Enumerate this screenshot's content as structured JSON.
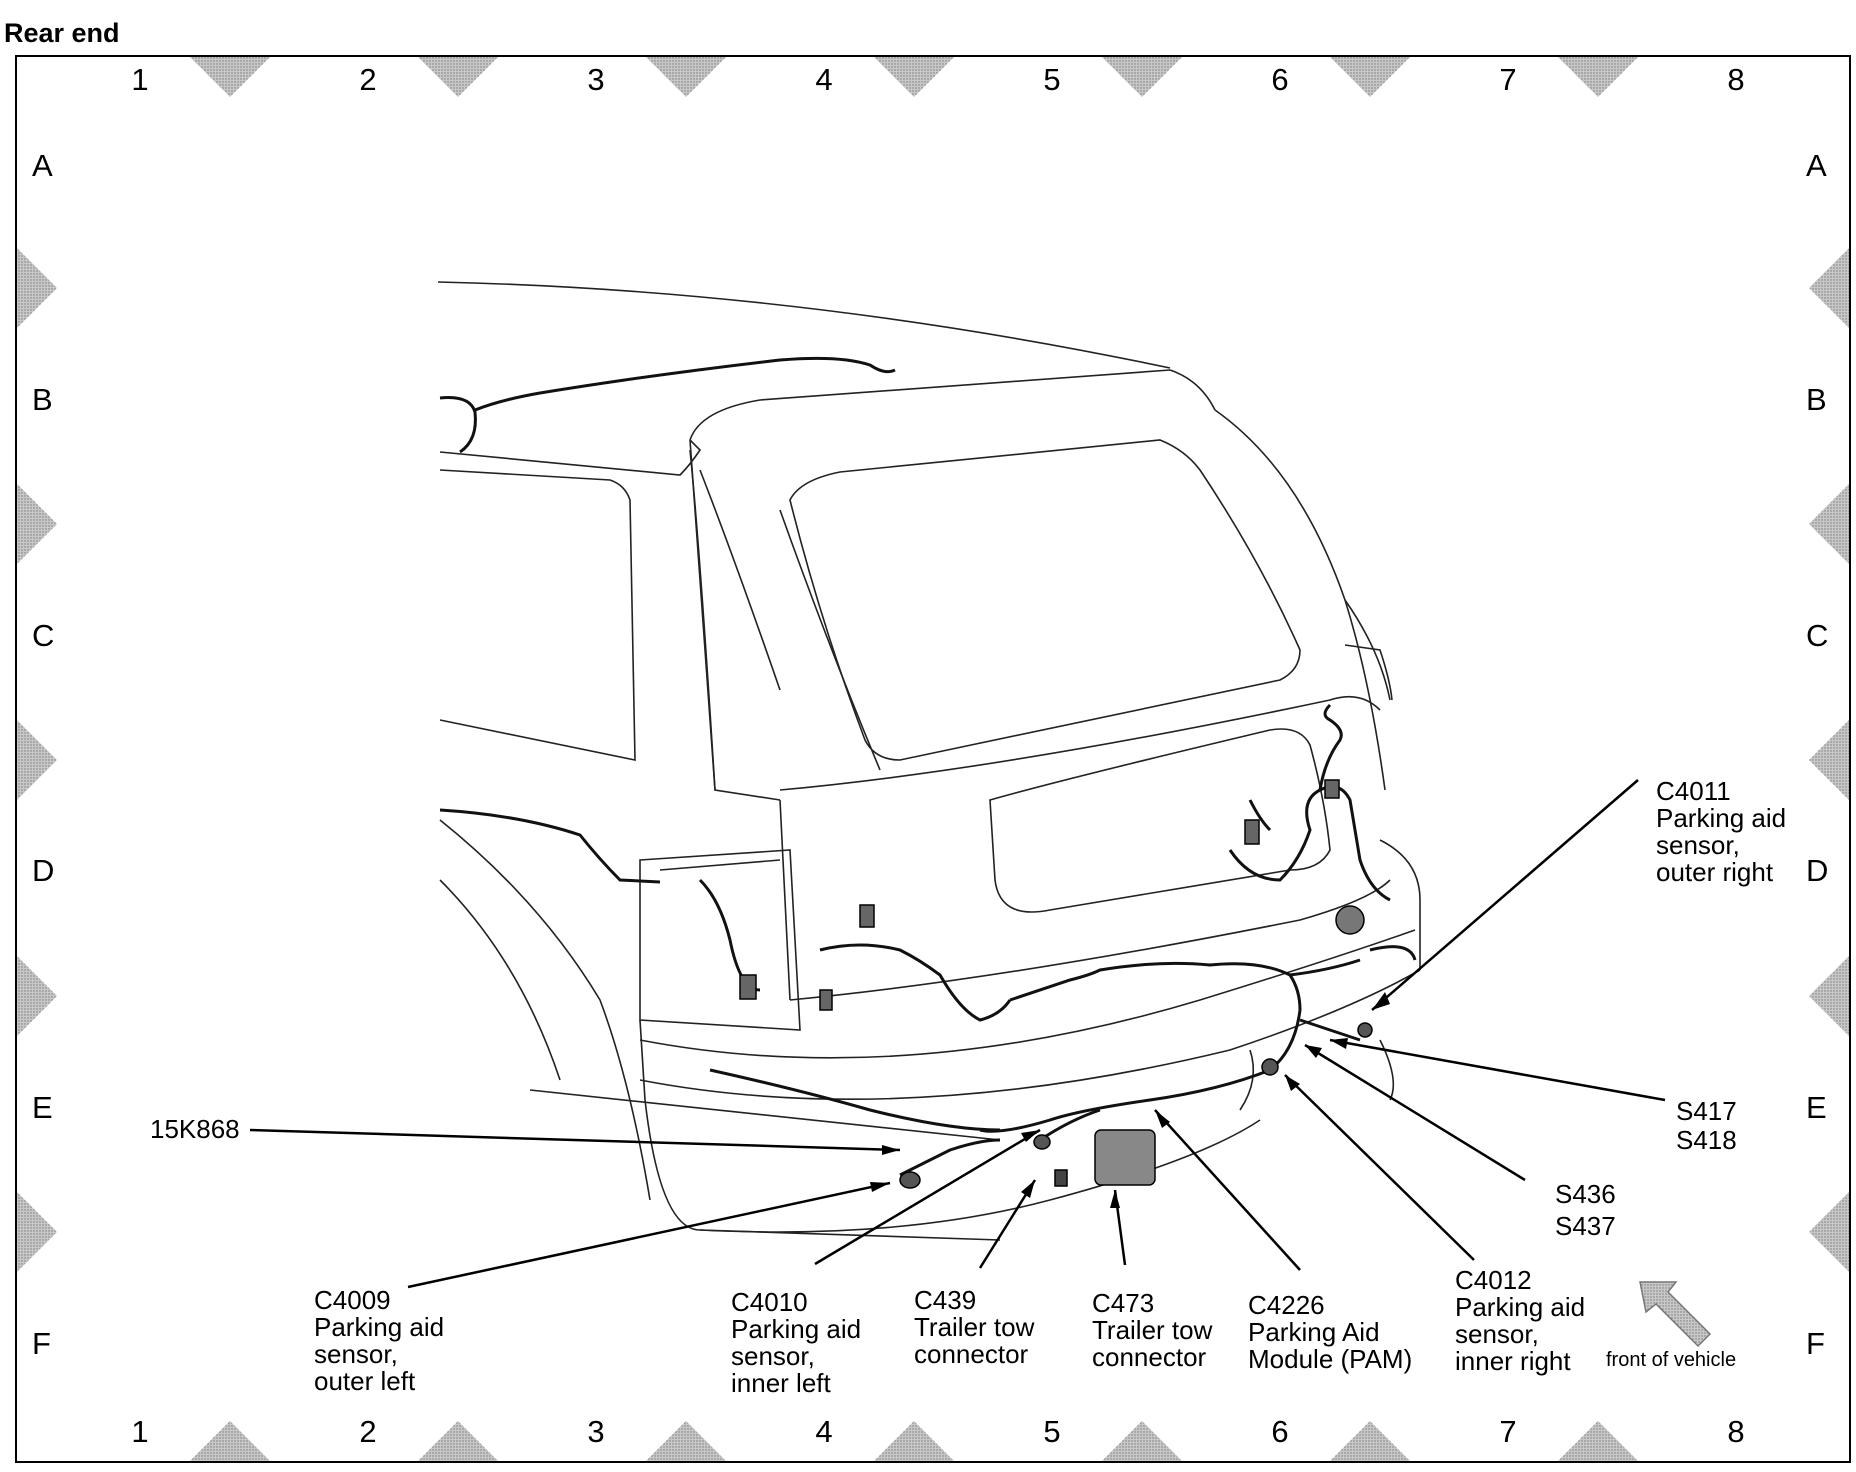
{
  "title": "Rear end",
  "grid": {
    "columns": [
      "1",
      "2",
      "3",
      "4",
      "5",
      "6",
      "7",
      "8"
    ],
    "rows": [
      "A",
      "B",
      "C",
      "D",
      "E",
      "F"
    ]
  },
  "labels": {
    "c4011": {
      "code": "C4011",
      "line1": "Parking aid",
      "line2": "sensor,",
      "line3": "outer right"
    },
    "s417": "S417",
    "s418": "S418",
    "s436": "S436",
    "s437": "S437",
    "k15868": "15K868",
    "c4009": {
      "code": "C4009",
      "line1": "Parking aid",
      "line2": "sensor,",
      "line3": "outer left"
    },
    "c4010": {
      "code": "C4010",
      "line1": "Parking aid",
      "line2": "sensor,",
      "line3": "inner left"
    },
    "c439": {
      "code": "C439",
      "line1": "Trailer tow",
      "line2": "connector"
    },
    "c473": {
      "code": "C473",
      "line1": "Trailer tow",
      "line2": "connector"
    },
    "c4226": {
      "code": "C4226",
      "line1": "Parking Aid",
      "line2": "Module (PAM)"
    },
    "c4012": {
      "code": "C4012",
      "line1": "Parking aid",
      "line2": "sensor,",
      "line3": "inner right"
    },
    "front": "front of vehicle"
  }
}
